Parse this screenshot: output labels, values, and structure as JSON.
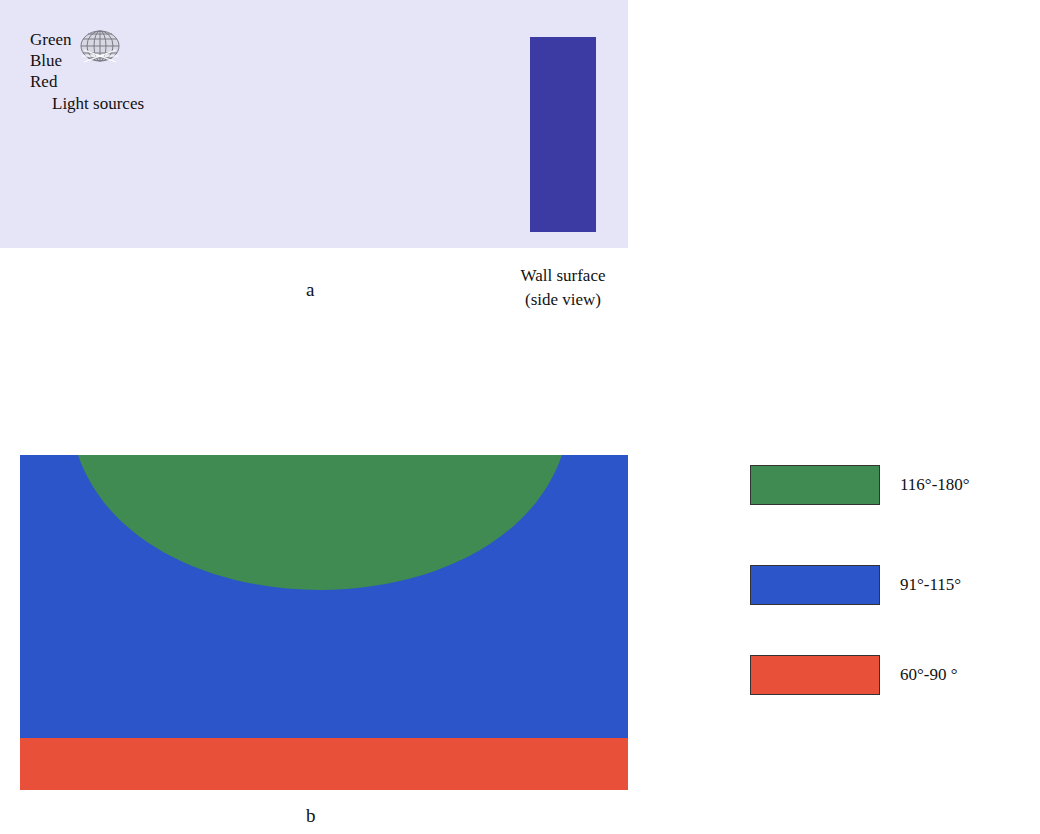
{
  "diagram": {
    "labels": [
      "Green",
      "Blue",
      "Red",
      "Light sources",
      "Wall surface (side view)",
      "a",
      "b"
    ],
    "legend": [
      {
        "text": "116°-180°",
        "color": "#3f8b52"
      },
      {
        "text": "91°-115°",
        "color": "#2b55c9"
      },
      {
        "text": "60°-90 °",
        "color": "#e8503a"
      }
    ]
  }
}
